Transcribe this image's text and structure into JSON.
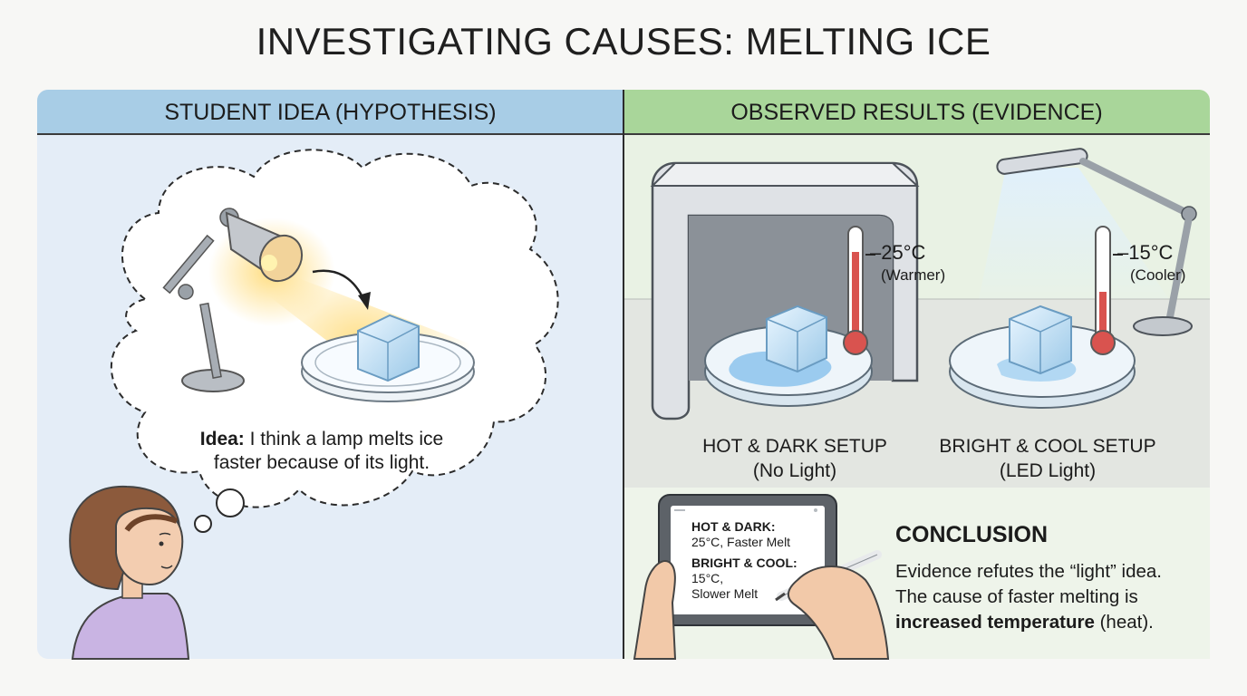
{
  "title": "INVESTIGATING CAUSES: MELTING ICE",
  "left_panel": {
    "header": "STUDENT IDEA (HYPOTHESIS)",
    "idea_label": "Idea:",
    "idea_text": " I think a lamp melts ice faster because of its light."
  },
  "right_panel": {
    "header": "OBSERVED RESULTS (EVIDENCE)",
    "hot_setup": {
      "temp": "25°C",
      "temp_note": "(Warmer)",
      "label_line1": "HOT & DARK SETUP",
      "label_line2": "(No Light)"
    },
    "cool_setup": {
      "temp": "15°C",
      "temp_note": "(Cooler)",
      "label_line1": "BRIGHT & COOL SETUP",
      "label_line2": "(LED Light)"
    },
    "tablet": {
      "hot_heading": "HOT & DARK:",
      "hot_result": "25°C, Faster Melt",
      "cool_heading": "BRIGHT & COOL:",
      "cool_temp": "15°C,",
      "cool_result": "Slower Melt"
    },
    "conclusion": {
      "title": "CONCLUSION",
      "line1": "Evidence refutes the “light” idea.",
      "line2": "The cause of faster melting is",
      "emphasis": "increased temperature",
      "suffix": " (heat)."
    }
  },
  "colors": {
    "left_header": "#a8cde6",
    "right_header": "#a9d69a",
    "left_bg": "#e4edf7",
    "right_bg": "#e9f2e4",
    "thermometer_red": "#d9534f"
  }
}
